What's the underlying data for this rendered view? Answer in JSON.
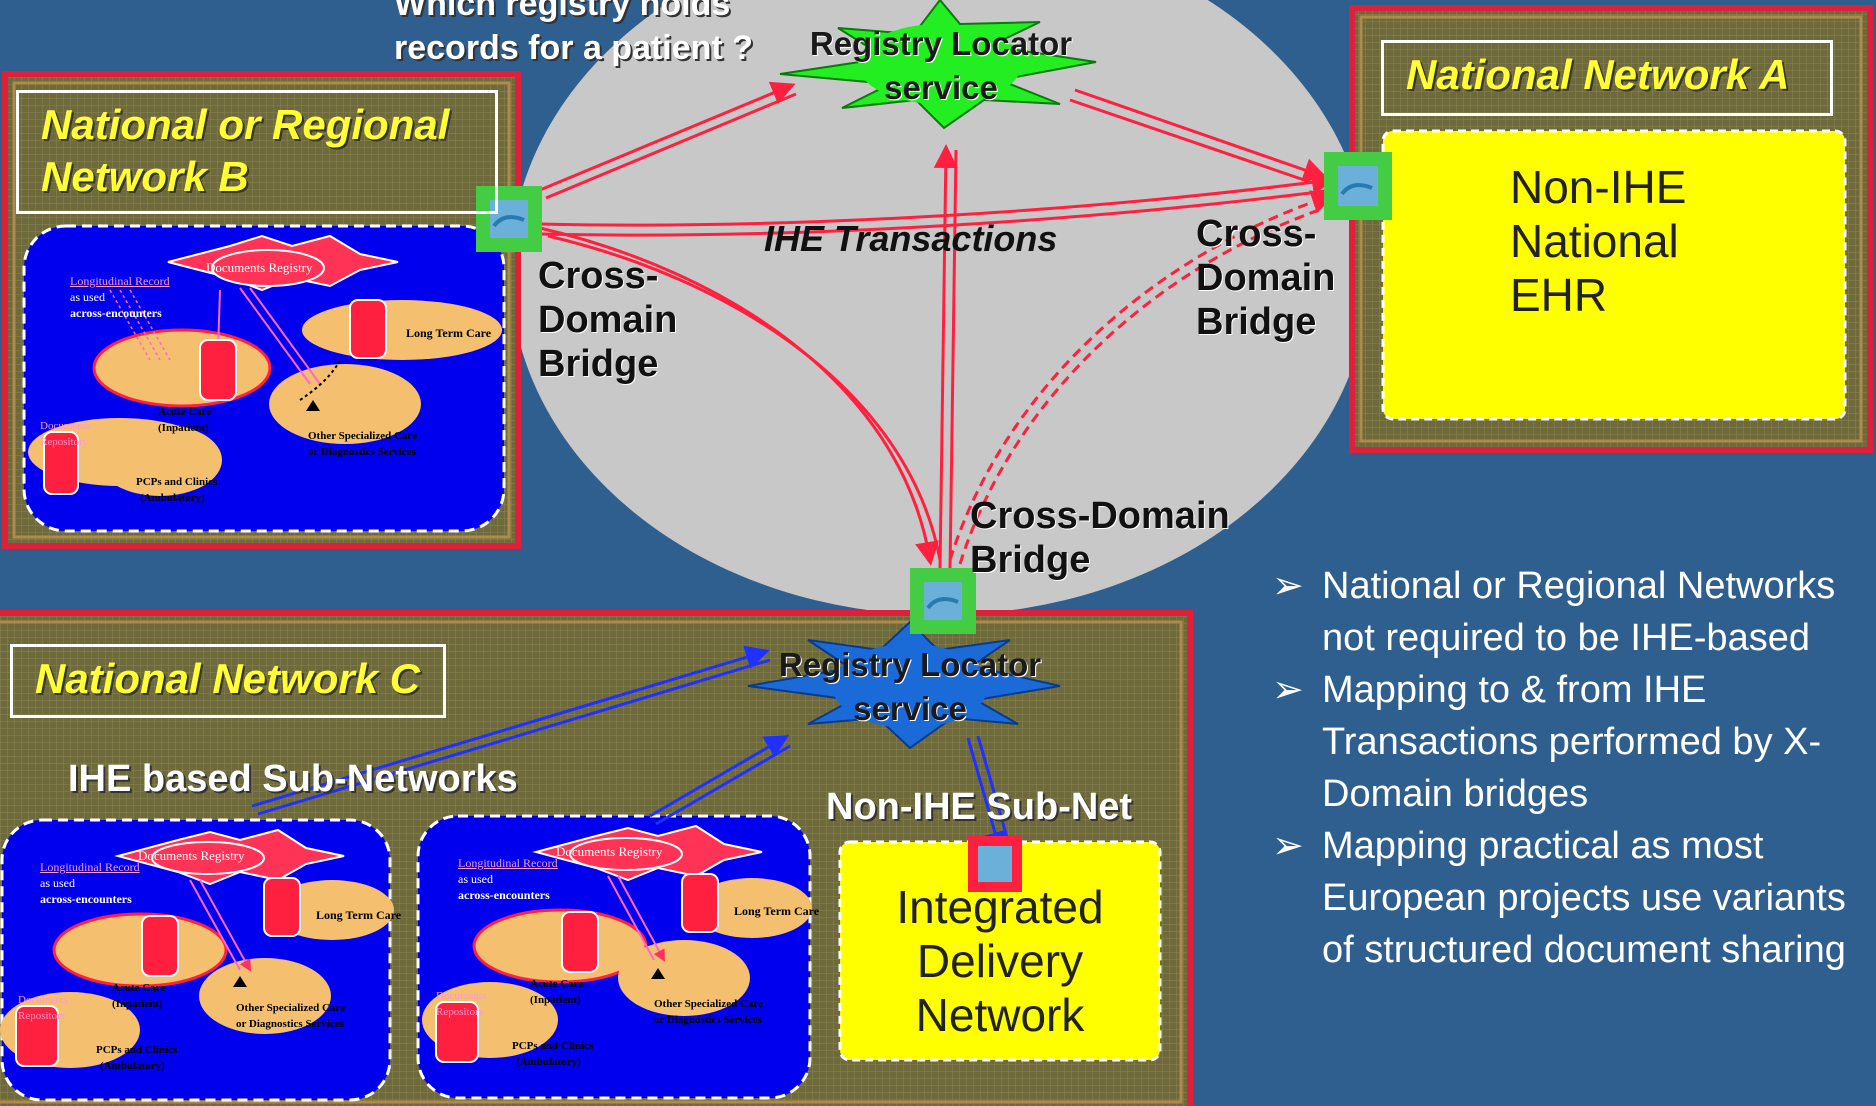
{
  "question": "Which registry holds records for a patient ?",
  "registry_locator_top": "Registry Locator service",
  "registry_locator_bottom": "Registry Locator service",
  "ihe_transactions": "IHE Transactions",
  "network_a": {
    "title": "National Network A",
    "box_text": "Non-IHE National EHR"
  },
  "network_b": {
    "title": "National or Regional Network B"
  },
  "network_c": {
    "title": "National Network C",
    "sub_networks_label": "IHE based Sub-Networks",
    "non_ihe_label": "Non-IHE Sub-Net",
    "idn_text": "Integrated Delivery Network"
  },
  "bridges": {
    "left": "Cross-Domain Bridge",
    "right": "Cross-Domain Bridge",
    "bottom": "Cross-Domain Bridge"
  },
  "mini_diagram": {
    "documents_registry": "Documents Registry",
    "longitudinal_record": "Longitudinal Record",
    "as_used": "as used",
    "across_encounters": "across-encounters",
    "long_term_care": "Long Term Care",
    "acute_care": "Acute Care",
    "inpatient": "(Inpatient)",
    "other_specialized": "Other Specialized Care",
    "or_diagnostics": "or Diagnostics Services",
    "pcps_clinics": "PCPs and Clinics",
    "ambulatory": "(Ambulatory)",
    "documents_repository_1": "Documents",
    "documents_repository_2": "Repository"
  },
  "bullets": [
    "National or Regional Networks not required to be IHE-based",
    "Mapping to & from IHE Transactions performed by X-Domain bridges",
    "Mapping practical as most European projects  use variants of structured document sharing"
  ],
  "bullet_marker": "➢",
  "colors": {
    "background": "#2f5f8f",
    "network_fill": "#6e6a3c",
    "network_border": "#e0203a",
    "blue_panel": "#0000ee",
    "yellow": "#ffff00",
    "ellipse": "#c8c8c8",
    "star_green": "#22ee22",
    "star_blue": "#1a6ad8",
    "title_text": "#ffff33"
  }
}
